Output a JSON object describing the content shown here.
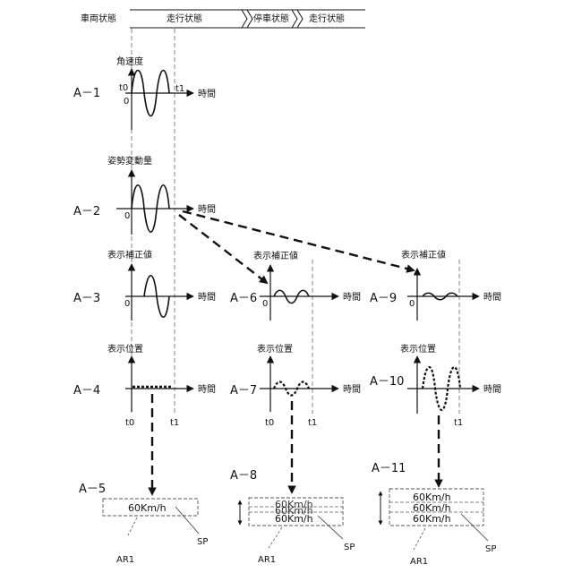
{
  "header": {
    "label": "車両状態",
    "states": [
      "走行状態",
      "停車状態",
      "走行状態"
    ]
  },
  "rows": {
    "a1": {
      "id": "A－1",
      "title": "角速度",
      "t0": "t0",
      "t1": "t1",
      "axis": "時間"
    },
    "a2": {
      "id": "A－2",
      "title": "姿勢変動量",
      "zero": "0",
      "axis": "時間"
    },
    "a3": {
      "id": "A－3",
      "title": "表示補正値",
      "zero": "0",
      "axis": "時間"
    },
    "a4": {
      "id": "A－4",
      "title": "表示位置",
      "t0": "t0",
      "t1": "t1",
      "axis": "時間"
    },
    "a5": {
      "id": "A－5",
      "speed": "60Km/h",
      "ar": "AR1",
      "sp": "SP"
    },
    "a6": {
      "id": "A－6",
      "title": "表示補正値",
      "zero": "0",
      "axis": "時間"
    },
    "a7": {
      "id": "A－7",
      "title": "表示位置",
      "t0": "t0",
      "t1": "t1",
      "axis": "時間"
    },
    "a8": {
      "id": "A－8",
      "speed": "60Km/h",
      "ar": "AR1",
      "sp": "SP"
    },
    "a9": {
      "id": "A－9",
      "title": "表示補正値",
      "zero": "0",
      "axis": "時間"
    },
    "a10": {
      "id": "A－10",
      "title": "表示位置",
      "t1": "t1",
      "axis": "時間"
    },
    "a11": {
      "id": "A－11",
      "speed": "60Km/h",
      "ar": "AR1",
      "sp": "SP"
    }
  },
  "zero_label": "0"
}
